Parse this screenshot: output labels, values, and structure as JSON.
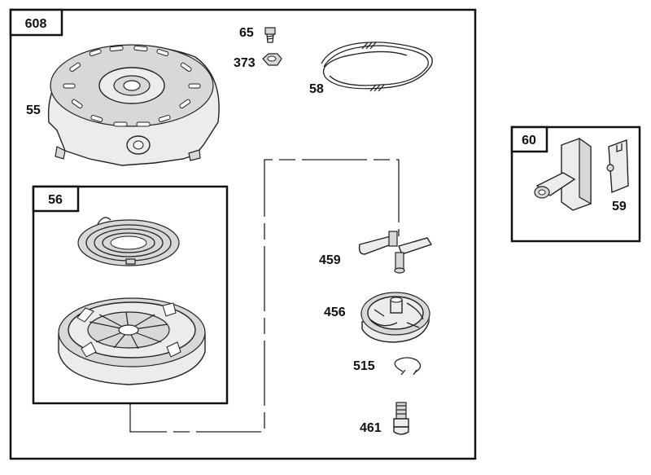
{
  "groups": {
    "main": "608",
    "spring_pulley": "56",
    "handle": "60"
  },
  "parts": {
    "screw": "65",
    "nut": "373",
    "housing": "55",
    "rope": "58",
    "pawl": "459",
    "retainer": "456",
    "ring": "515",
    "bolt": "461",
    "insert": "59"
  }
}
